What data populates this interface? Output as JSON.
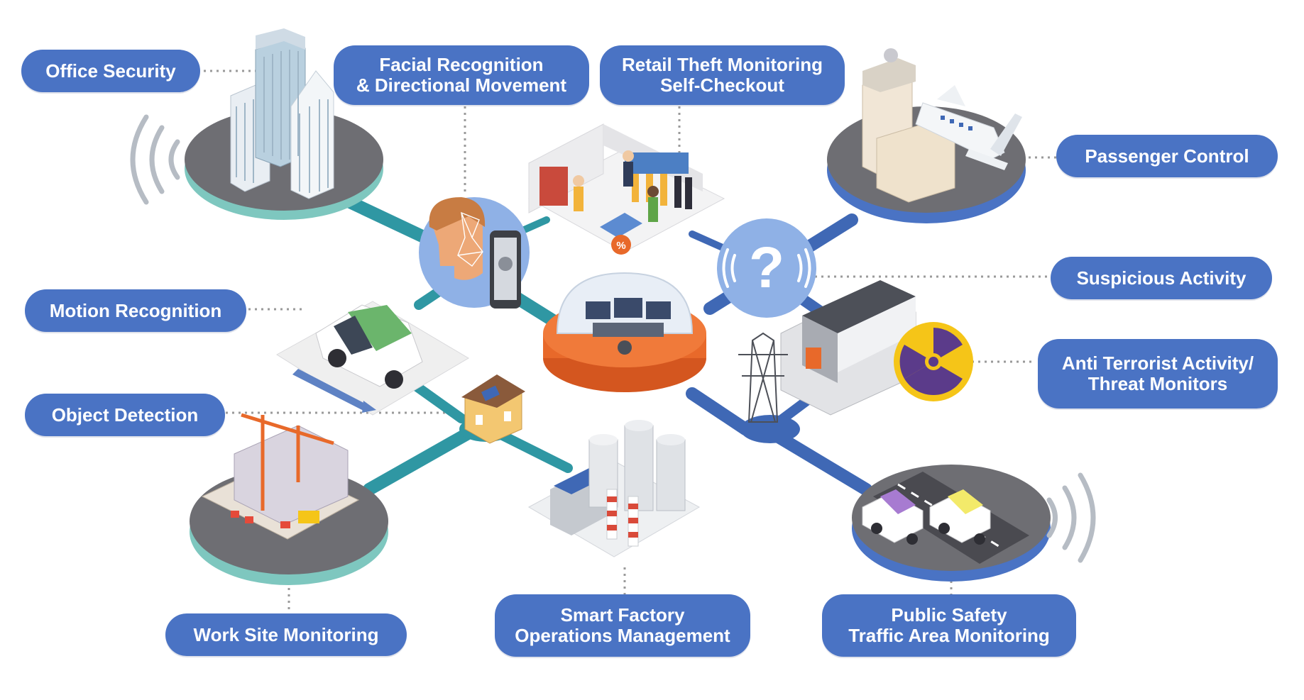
{
  "labels": {
    "office_security": [
      "Office Security"
    ],
    "facial_recognition": [
      "Facial Recognition",
      "& Directional Movement"
    ],
    "retail_theft": [
      "Retail Theft Monitoring",
      "Self-Checkout"
    ],
    "passenger_control": [
      "Passenger Control"
    ],
    "suspicious_activity": [
      "Suspicious Activity"
    ],
    "anti_terrorist": [
      "Anti Terrorist Activity/",
      "Threat Monitors"
    ],
    "motion_recognition": [
      "Motion Recognition"
    ],
    "object_detection": [
      "Object Detection"
    ],
    "work_site": [
      "Work Site Monitoring"
    ],
    "smart_factory": [
      "Smart Factory",
      "Operations Management"
    ],
    "public_safety": [
      "Public Safety",
      "Traffic Area Monitoring"
    ]
  },
  "icons": {
    "question_mark": "?",
    "discount_tag": "%"
  },
  "colors": {
    "label_blue": "#4a73c4",
    "connector_teal": "#2f97a3",
    "connector_blue": "#3f68b5",
    "platform_gray": "#6e6e73",
    "platform_teal_rim": "#7ec7bf",
    "platform_blue_rim": "#4a73c4",
    "hub_orange": "#e8692a",
    "signal_gray": "#b6bcc4"
  }
}
